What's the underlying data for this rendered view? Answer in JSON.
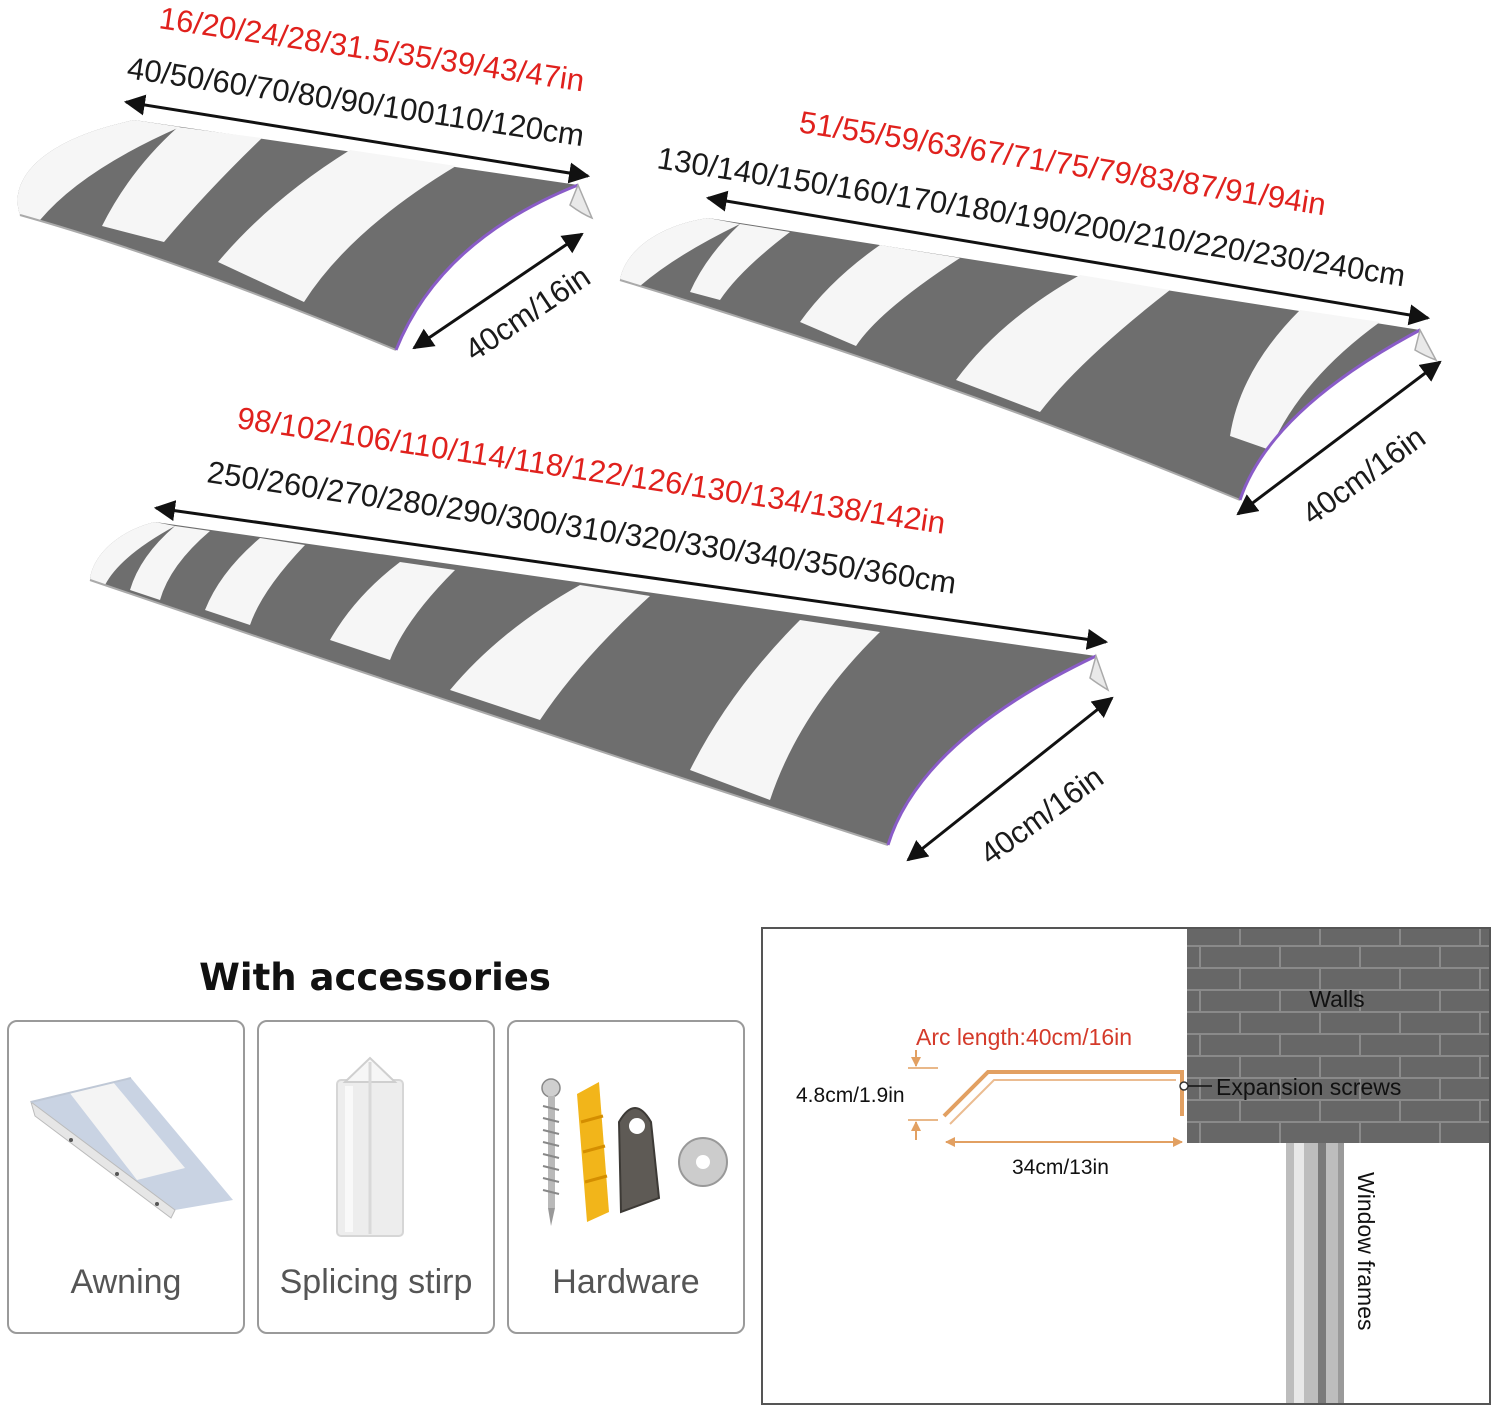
{
  "diagrams": [
    {
      "inch_sizes": "16/20/24/28/31.5/35/39/43/47in",
      "cm_sizes": "40/50/60/70/80/90/100110/120cm",
      "depth_label": "40cm/16in"
    },
    {
      "inch_sizes": "51/55/59/63/67/71/75/79/83/87/91/94in",
      "cm_sizes": "130/140/150/160/170/180/190/200/210/220/230/240cm",
      "depth_label": "40cm/16in"
    },
    {
      "inch_sizes": "98/102/106/110/114/118/122/126/130/134/138/142in",
      "cm_sizes": "250/260/270/280/290/300/310/320/330/340/350/360cm",
      "depth_label": "40cm/16in"
    }
  ],
  "accessories": {
    "title": "With accessories",
    "items": [
      {
        "label": "Awning",
        "icon": "awning-piece-icon"
      },
      {
        "label": "Splicing stirp",
        "icon": "splicing-strip-icon"
      },
      {
        "label": "Hardware",
        "icon": "hardware-icon"
      }
    ]
  },
  "installation": {
    "walls_label": "Walls",
    "arc_label": "Arc length:40cm/16in",
    "height_label": "4.8cm/1.9in",
    "screws_label": "Expansion screws",
    "width_label": "34cm/13in",
    "frames_label": "Window frames"
  },
  "colors": {
    "inch_text": "#e0211d",
    "cm_text": "#1a1a1a",
    "stripe_dark": "#6e6e6e",
    "stripe_light": "#f6f6f6",
    "awning_edge": "#8a5cc8",
    "bracket": "#e2a062",
    "arc_text": "#d43a2a",
    "wall": "#666666"
  }
}
